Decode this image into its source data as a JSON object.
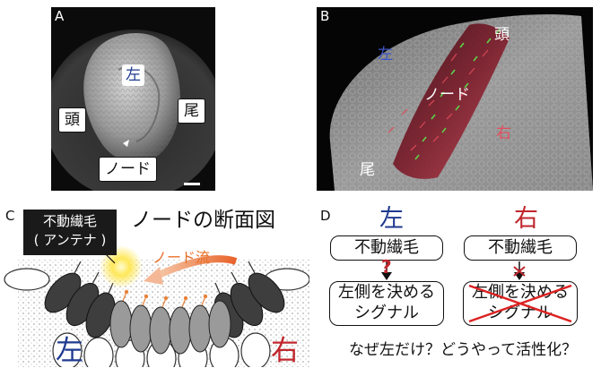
{
  "panel_a": {
    "letter": "A",
    "left_label": "左",
    "head_label": "頭",
    "tail_label": "尾",
    "node_label": "ノード"
  },
  "panel_b": {
    "letter": "B",
    "head_label": "頭",
    "left_label": "左",
    "node_label": "ノード",
    "right_label": "右",
    "tail_label": "尾"
  },
  "panel_c": {
    "letter": "C",
    "title": "ノードの断面図",
    "cilia_label_line1": "不動繊毛",
    "cilia_label_line2": "( アンテナ )",
    "flow_label": "ノード流",
    "left_label": "左",
    "right_label": "右"
  },
  "panel_d": {
    "letter": "D",
    "left_heading": "左",
    "right_heading": "右",
    "left_top_box": "不動繊毛",
    "right_top_box": "不動繊毛",
    "question_mark": "?",
    "left_bottom_line1": "左側を決める",
    "left_bottom_line2": "シグナル",
    "right_bottom_line1": "左側を決める",
    "right_bottom_line2": "シグナル",
    "caption": "なぜ左だけ？どうやって活性化？"
  },
  "colors": {
    "blue": "#1f3a8f",
    "red": "#c0272d",
    "orange": "#e8702a",
    "pink_red": "#e06070"
  }
}
